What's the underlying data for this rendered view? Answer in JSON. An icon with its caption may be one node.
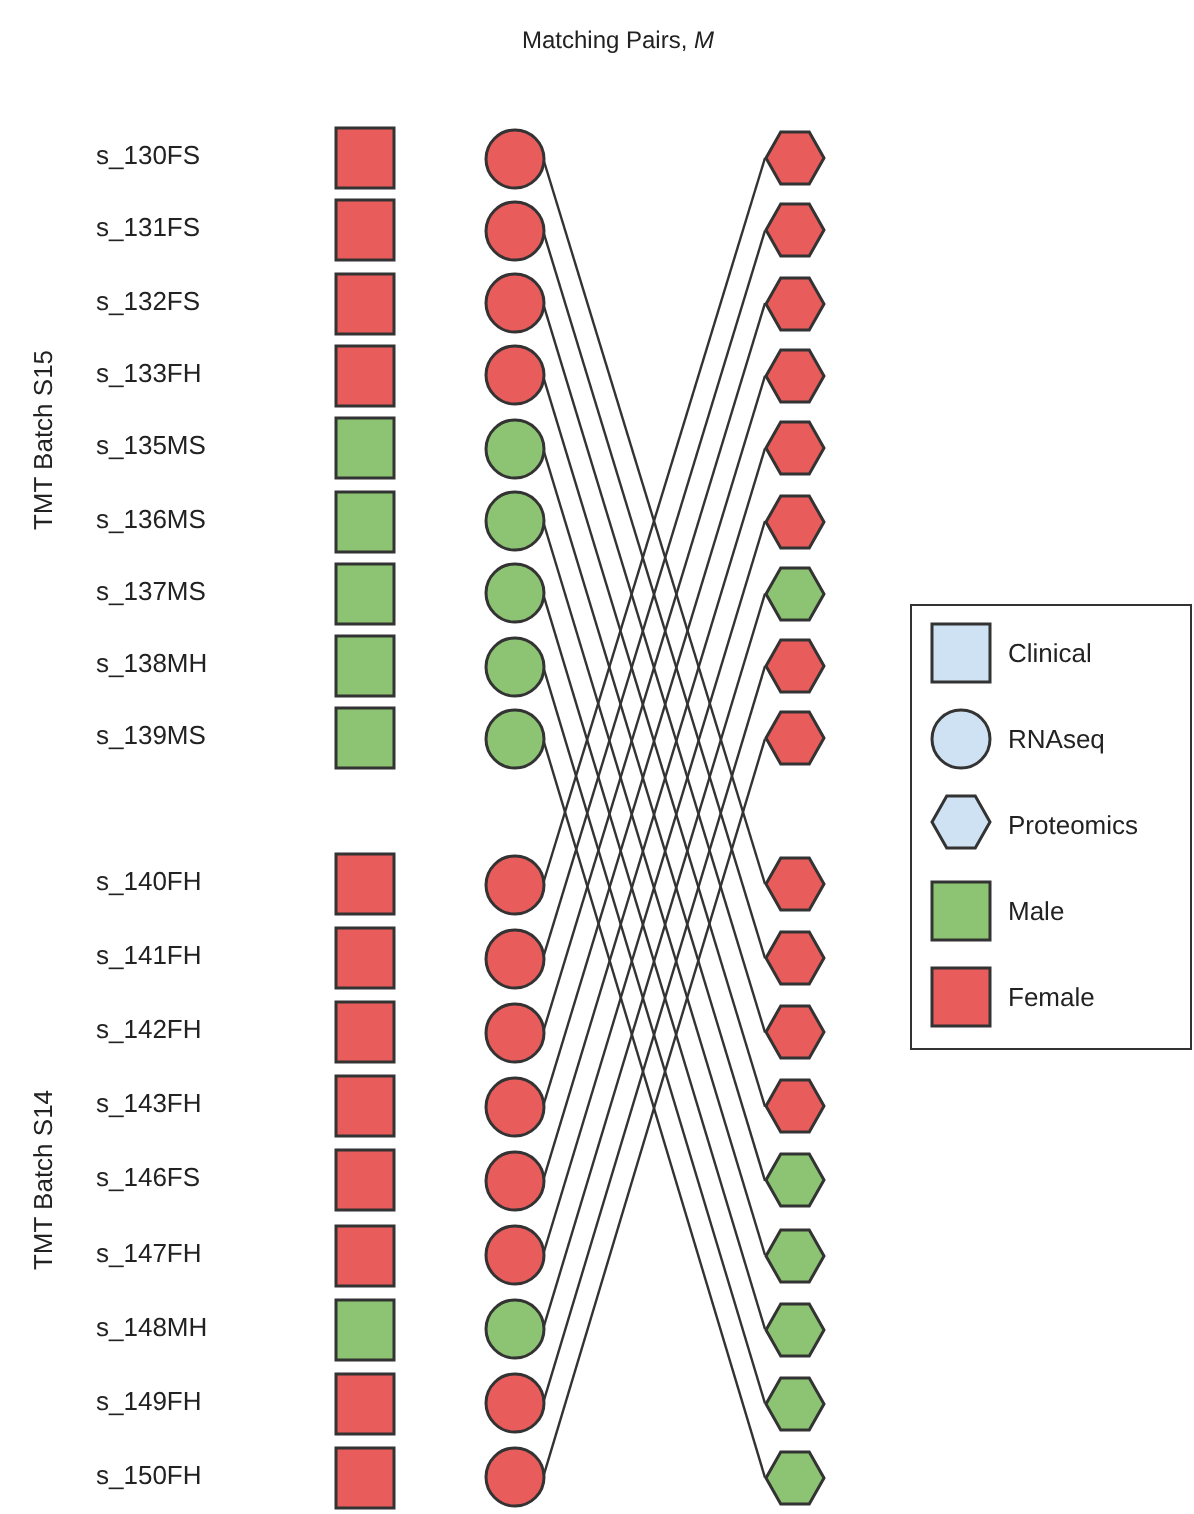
{
  "diagram": {
    "title": "Matching Pairs, *M*",
    "nodes": [
      {
        "text": [],
        "shape": "box"
      },
      {
        "text": [],
        "shape": "box"
      },
      {
        "text": [],
        "shape": "box"
      },
      {
        "text": [],
        "shape": "box"
      },
      {
        "text": [],
        "shape": "box"
      },
      {
        "text": [],
        "shape": "box"
      },
      {
        "text": [],
        "shape": "box"
      },
      {
        "text": [],
        "shape": "box"
      },
      {
        "text": [],
        "shape": "box"
      },
      {
        "text": [],
        "shape": "box"
      },
      {
        "text": [],
        "shape": "box"
      },
      {
        "text": [],
        "shape": "box"
      },
      {
        "text": [],
        "shape": "box"
      },
      {
        "text": [],
        "shape": "box"
      },
      {
        "text": [],
        "shape": "box"
      },
      {
        "text": [],
        "shape": "box"
      },
      {
        "text": [],
        "shape": "box"
      },
      {
        "text": [],
        "shape": "box"
      },
      {
        "text": [],
        "shape": "circle"
      },
      {
        "text": [],
        "shape": "circle"
      },
      {
        "text": [],
        "shape": "circle"
      },
      {
        "text": [],
        "shape": "circle"
      },
      {
        "text": [],
        "shape": "circle"
      },
      {
        "text": [],
        "shape": "circle"
      },
      {
        "text": [],
        "shape": "circle"
      },
      {
        "text": [],
        "shape": "circle"
      },
      {
        "text": [],
        "shape": "circle"
      },
      {
        "text": [],
        "shape": "circle"
      },
      {
        "text": [],
        "shape": "circle"
      },
      {
        "text": [],
        "shape": "circle"
      },
      {
        "text": [],
        "shape": "circle"
      },
      {
        "text": [],
        "shape": "circle"
      },
      {
        "text": [],
        "shape": "circle"
      },
      {
        "text": [],
        "shape": "circle"
      },
      {
        "text": [],
        "shape": "circle"
      },
      {
        "text": [],
        "shape": "circle"
      },
      {
        "text": [],
        "shape": "hexagon"
      },
      {
        "text": [],
        "shape": "hexagon"
      },
      {
        "text": [],
        "shape": "hexagon"
      },
      {
        "text": [],
        "shape": "hexagon"
      },
      {
        "text": [],
        "shape": "hexagon"
      },
      {
        "text": [],
        "shape": "hexagon"
      },
      {
        "text": [],
        "shape": "hexagon"
      },
      {
        "text": [],
        "shape": "hexagon"
      },
      {
        "text": [],
        "shape": "hexagon"
      },
      {
        "text": [],
        "shape": "hexagon"
      },
      {
        "text": [],
        "shape": "hexagon"
      },
      {
        "text": [],
        "shape": "hexagon"
      },
      {
        "text": [],
        "shape": "hexagon"
      },
      {
        "text": [],
        "shape": "hexagon"
      },
      {
        "text": [],
        "shape": "hexagon"
      },
      {
        "text": [],
        "shape": "hexagon"
      },
      {
        "text": [],
        "shape": "hexagon"
      },
      {
        "text": [],
        "shape": "hexagon"
      }
    ],
    "edges": [
      {
        "from": 18,
        "to": 45,
        "arrow": "none"
      },
      {
        "from": 19,
        "to": 46,
        "arrow": "none"
      },
      {
        "from": 20,
        "to": 47,
        "arrow": "none"
      },
      {
        "from": 21,
        "to": 48,
        "arrow": "none"
      },
      {
        "from": 22,
        "to": 49,
        "arrow": "none"
      },
      {
        "from": 23,
        "to": 50,
        "arrow": "none"
      },
      {
        "from": 24,
        "to": 51,
        "arrow": "none"
      },
      {
        "from": 25,
        "to": 52,
        "arrow": "none"
      },
      {
        "from": 26,
        "to": 53,
        "arrow": "none"
      },
      {
        "from": 27,
        "to": 36,
        "arrow": "none"
      },
      {
        "from": 28,
        "to": 37,
        "arrow": "none"
      },
      {
        "from": 29,
        "to": 38,
        "arrow": "none"
      },
      {
        "from": 30,
        "to": 39,
        "arrow": "none"
      },
      {
        "from": 31,
        "to": 40,
        "arrow": "none"
      },
      {
        "from": 32,
        "to": 41,
        "arrow": "none"
      },
      {
        "from": 33,
        "to": 42,
        "arrow": "none"
      },
      {
        "from": 34,
        "to": 43,
        "arrow": "none"
      },
      {
        "from": 35,
        "to": 44,
        "arrow": "none"
      }
    ],
    "labels": [
      "TMT Batch S15",
      "s_130FS",
      "s_131FS",
      "s_132FS",
      "s_133FH",
      "s_135MS",
      "s_136MS",
      "s_137MS",
      "s_138MH",
      "s_139MS",
      "TMT Batch S14",
      "s_140FH",
      "s_141FH",
      "s_142FH",
      "s_143FH",
      "s_146FS",
      "s_147FH",
      "s_148MH",
      "s_149FH",
      "s_150FH"
    ],
    "legend": [
      {
        "text": "Clinical"
      },
      {
        "text": "RNAseq"
      },
      {
        "text": "Proteomics"
      },
      {
        "text": "Male",
        "color": "#8dc473"
      },
      {
        "text": "Female",
        "color": "#e85c5c"
      }
    ]
  }
}
